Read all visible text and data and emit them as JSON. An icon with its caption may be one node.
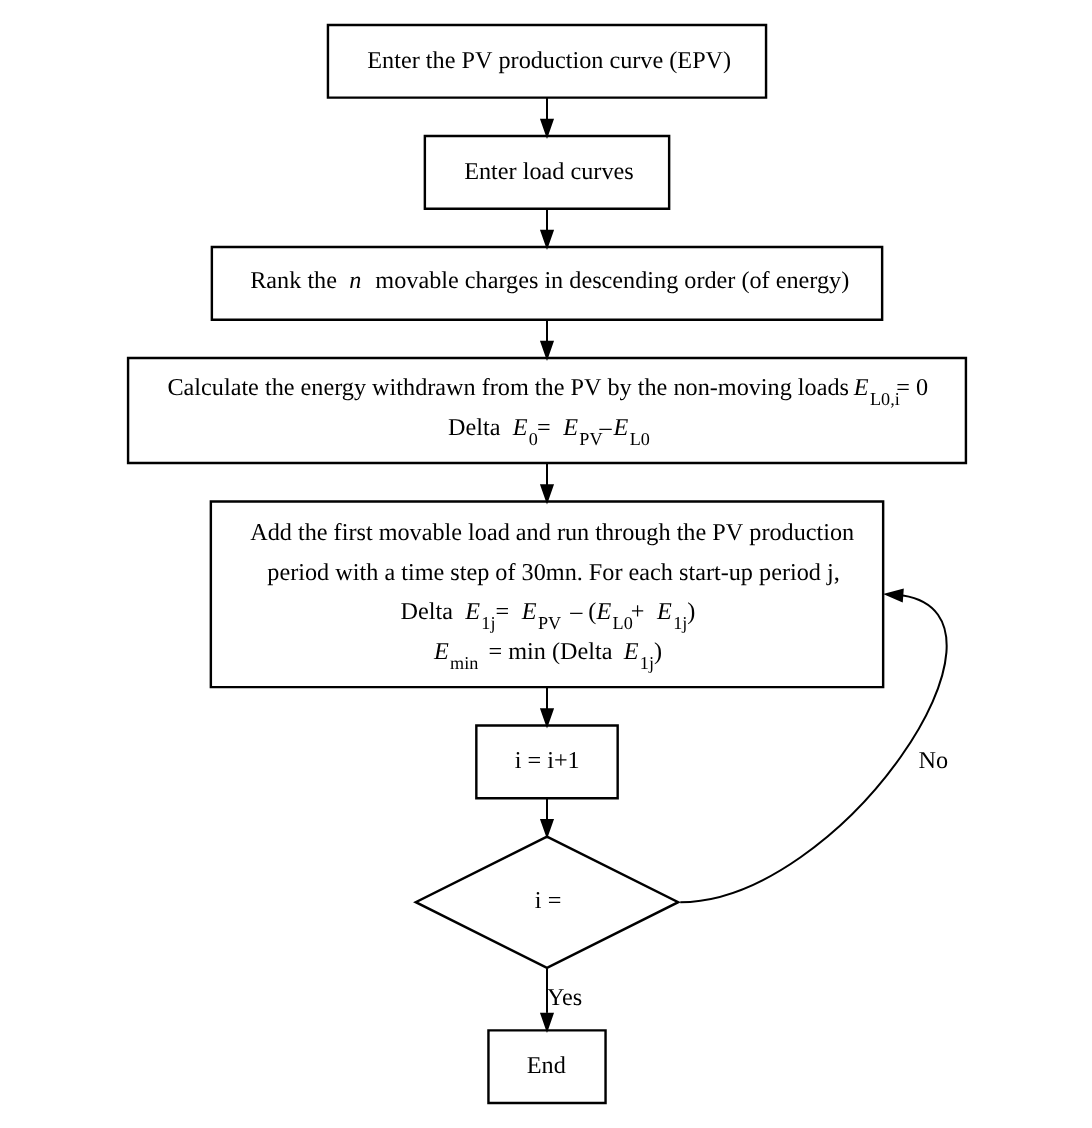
{
  "diagram": {
    "nodes": [
      {
        "text": [
          "Enter the PV production curve (EPV)"
        ]
      },
      {
        "text": [
          "Enter load curves"
        ]
      },
      {
        "text": [
          "Rank the *n* movable charges in descending order (of energy)"
        ]
      },
      {
        "text": [
          "Calculate the energy withdrawn from the PV by the non-moving loads *E*$_{L0,i}$= 0",
          "Delta *E*$_{0}$= *E*$_{PV}$–*E*$_{L0}$"
        ]
      },
      {
        "text": [
          "Add the first movable load and run through the PV production period with a time step of 30mn. For each start-up period j,",
          "Delta *E*$_{1j}$= *E*$_{PV}$ – (*E*$_{L0}$+ *E*$_{1j}$)",
          "*E*$_{min}$ = min (Delta *E*$_{1j}$)"
        ]
      },
      {
        "text": [
          "i = i+1"
        ]
      },
      {
        "text": [
          "i ="
        ]
      },
      {
        "text": [
          "End"
        ]
      }
    ],
    "edges": [
      {
        "from": 0,
        "to": 1,
        "arrow": "to"
      },
      {
        "from": 1,
        "to": 2,
        "arrow": "to"
      },
      {
        "from": 2,
        "to": 3,
        "arrow": "to"
      },
      {
        "from": 3,
        "to": 4,
        "arrow": "to"
      },
      {
        "from": 4,
        "to": 5,
        "arrow": "to"
      },
      {
        "from": 5,
        "to": 6,
        "arrow": "to"
      },
      {
        "from": 6,
        "to": 4,
        "arrow": "to",
        "label": "No"
      },
      {
        "from": 6,
        "to": 7,
        "arrow": "to",
        "label": "Yes"
      }
    ]
  }
}
